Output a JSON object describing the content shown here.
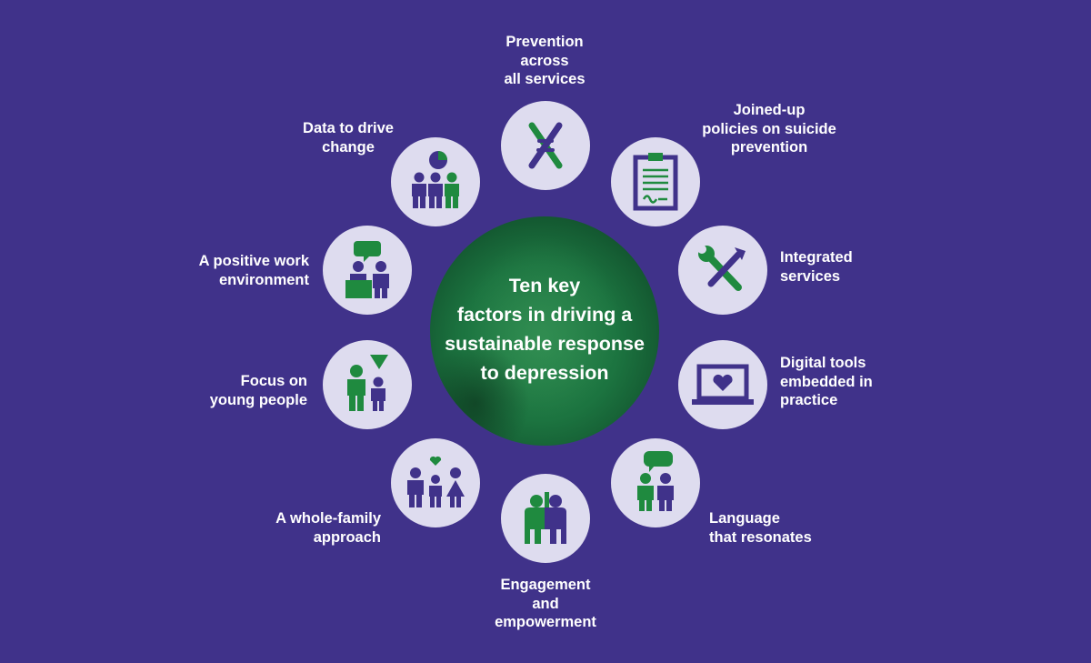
{
  "colors": {
    "background": "#40328a",
    "icon_bg": "#dedcef",
    "purple": "#40328a",
    "green": "#1f8a3f",
    "hub_green": "#1c7440"
  },
  "center": {
    "title_lines": [
      "Ten key",
      "factors in driving a",
      "sustainable response",
      "to depression"
    ]
  },
  "factors": [
    {
      "lines": [
        "Prevention",
        "across",
        "all services"
      ],
      "icon": "dna-icon"
    },
    {
      "lines": [
        "Joined-up",
        "policies on suicide",
        "prevention"
      ],
      "icon": "clipboard-icon"
    },
    {
      "lines": [
        "Integrated",
        "services"
      ],
      "icon": "tools-icon"
    },
    {
      "lines": [
        "Digital tools",
        "embedded in",
        "practice"
      ],
      "icon": "laptop-heart-icon"
    },
    {
      "lines": [
        "Language",
        "that resonates"
      ],
      "icon": "speech-people-icon"
    },
    {
      "lines": [
        "Engagement",
        "and",
        "empowerment"
      ],
      "icon": "embracing-people-icon"
    },
    {
      "lines": [
        "A whole-family",
        "approach"
      ],
      "icon": "family-icon"
    },
    {
      "lines": [
        "Focus on",
        "young people"
      ],
      "icon": "young-person-icon"
    },
    {
      "lines": [
        "A positive work",
        "environment"
      ],
      "icon": "workplace-icon"
    },
    {
      "lines": [
        "Data to drive",
        "change"
      ],
      "icon": "data-people-icon"
    }
  ]
}
